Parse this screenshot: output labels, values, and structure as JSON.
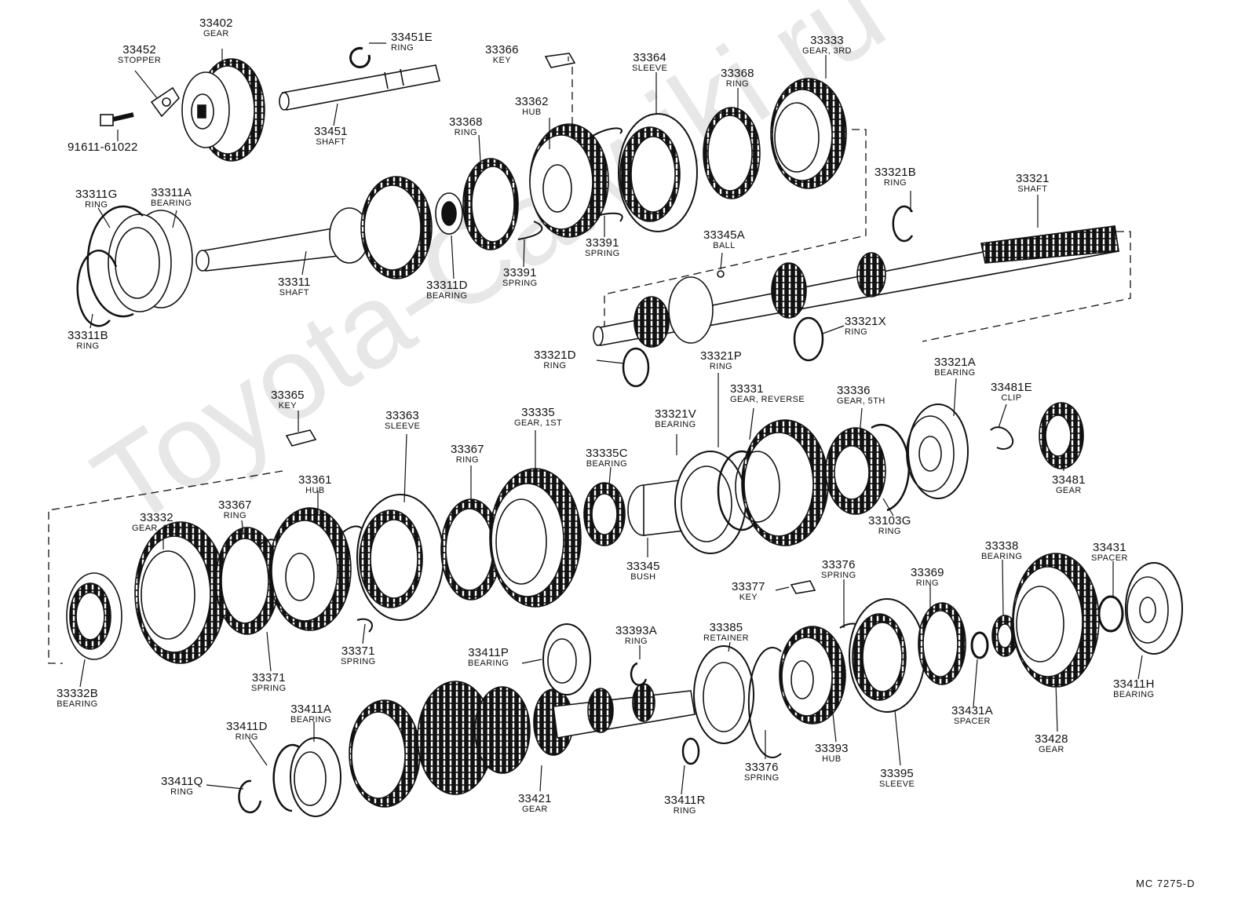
{
  "diagram": {
    "code": "MC 7275-D",
    "watermark": "Toyota-Carwiki.ru",
    "parts": [
      {
        "id": "p33402",
        "number": "33402",
        "name": "GEAR"
      },
      {
        "id": "p33452",
        "number": "33452",
        "name": "STOPPER"
      },
      {
        "id": "p33451e",
        "number": "33451E",
        "name": "RING"
      },
      {
        "id": "p33366",
        "number": "33366",
        "name": "KEY"
      },
      {
        "id": "p33364",
        "number": "33364",
        "name": "SLEEVE"
      },
      {
        "id": "p33333",
        "number": "33333",
        "name": "GEAR, 3RD"
      },
      {
        "id": "p33368a",
        "number": "33368",
        "name": "RING"
      },
      {
        "id": "p33362",
        "number": "33362",
        "name": "HUB"
      },
      {
        "id": "p33368b",
        "number": "33368",
        "name": "RING"
      },
      {
        "id": "p33451",
        "number": "33451",
        "name": "SHAFT"
      },
      {
        "id": "p91611",
        "number": "91611-61022",
        "name": ""
      },
      {
        "id": "p33311g",
        "number": "33311G",
        "name": "RING"
      },
      {
        "id": "p33311a",
        "number": "33311A",
        "name": "BEARING"
      },
      {
        "id": "p33321b",
        "number": "33321B",
        "name": "RING"
      },
      {
        "id": "p33321",
        "number": "33321",
        "name": "SHAFT"
      },
      {
        "id": "p33391a",
        "number": "33391",
        "name": "SPRING"
      },
      {
        "id": "p33391b",
        "number": "33391",
        "name": "SPRING"
      },
      {
        "id": "p33345a",
        "number": "33345A",
        "name": "BALL"
      },
      {
        "id": "p33311",
        "number": "33311",
        "name": "SHAFT"
      },
      {
        "id": "p33311d",
        "number": "33311D",
        "name": "BEARING"
      },
      {
        "id": "p33311b",
        "number": "33311B",
        "name": "RING"
      },
      {
        "id": "p33321x",
        "number": "33321X",
        "name": "RING"
      },
      {
        "id": "p33321d",
        "number": "33321D",
        "name": "RING"
      },
      {
        "id": "p33321p",
        "number": "33321P",
        "name": "RING"
      },
      {
        "id": "p33321a",
        "number": "33321A",
        "name": "BEARING"
      },
      {
        "id": "p33481e",
        "number": "33481E",
        "name": "CLIP"
      },
      {
        "id": "p33331",
        "number": "33331",
        "name": "GEAR, REVERSE"
      },
      {
        "id": "p33336",
        "number": "33336",
        "name": "GEAR, 5TH"
      },
      {
        "id": "p33365",
        "number": "33365",
        "name": "KEY"
      },
      {
        "id": "p33363",
        "number": "33363",
        "name": "SLEEVE"
      },
      {
        "id": "p33335",
        "number": "33335",
        "name": "GEAR, 1ST"
      },
      {
        "id": "p33321v",
        "number": "33321V",
        "name": "BEARING"
      },
      {
        "id": "p33367a",
        "number": "33367",
        "name": "RING"
      },
      {
        "id": "p33335c",
        "number": "33335C",
        "name": "BEARING"
      },
      {
        "id": "p33481",
        "number": "33481",
        "name": "GEAR"
      },
      {
        "id": "p33361",
        "number": "33361",
        "name": "HUB"
      },
      {
        "id": "p33103g",
        "number": "33103G",
        "name": "RING"
      },
      {
        "id": "p33367b",
        "number": "33367",
        "name": "RING"
      },
      {
        "id": "p33332",
        "number": "33332",
        "name": "GEAR, 2ND"
      },
      {
        "id": "p33345",
        "number": "33345",
        "name": "BUSH"
      },
      {
        "id": "p33338",
        "number": "33338",
        "name": "BEARING"
      },
      {
        "id": "p33431",
        "number": "33431",
        "name": "SPACER"
      },
      {
        "id": "p33376a",
        "number": "33376",
        "name": "SPRING"
      },
      {
        "id": "p33369",
        "number": "33369",
        "name": "RING"
      },
      {
        "id": "p33377",
        "number": "33377",
        "name": "KEY"
      },
      {
        "id": "p33371a",
        "number": "33371",
        "name": "SPRING"
      },
      {
        "id": "p33393a",
        "number": "33393A",
        "name": "RING"
      },
      {
        "id": "p33385",
        "number": "33385",
        "name": "RETAINER"
      },
      {
        "id": "p33411p",
        "number": "33411P",
        "name": "BEARING"
      },
      {
        "id": "p33371b",
        "number": "33371",
        "name": "SPRING"
      },
      {
        "id": "p33332b",
        "number": "33332B",
        "name": "BEARING"
      },
      {
        "id": "p33431a",
        "number": "33431A",
        "name": "SPACER"
      },
      {
        "id": "p33411h",
        "number": "33411H",
        "name": "BEARING"
      },
      {
        "id": "p33411a",
        "number": "33411A",
        "name": "BEARING"
      },
      {
        "id": "p33411d",
        "number": "33411D",
        "name": "RING"
      },
      {
        "id": "p33393",
        "number": "33393",
        "name": "HUB"
      },
      {
        "id": "p33428",
        "number": "33428",
        "name": "GEAR"
      },
      {
        "id": "p33376b",
        "number": "33376",
        "name": "SPRING"
      },
      {
        "id": "p33395",
        "number": "33395",
        "name": "SLEEVE"
      },
      {
        "id": "p33411q",
        "number": "33411Q",
        "name": "RING"
      },
      {
        "id": "p33421",
        "number": "33421",
        "name": "GEAR"
      },
      {
        "id": "p33411r",
        "number": "33411R",
        "name": "RING"
      }
    ]
  }
}
